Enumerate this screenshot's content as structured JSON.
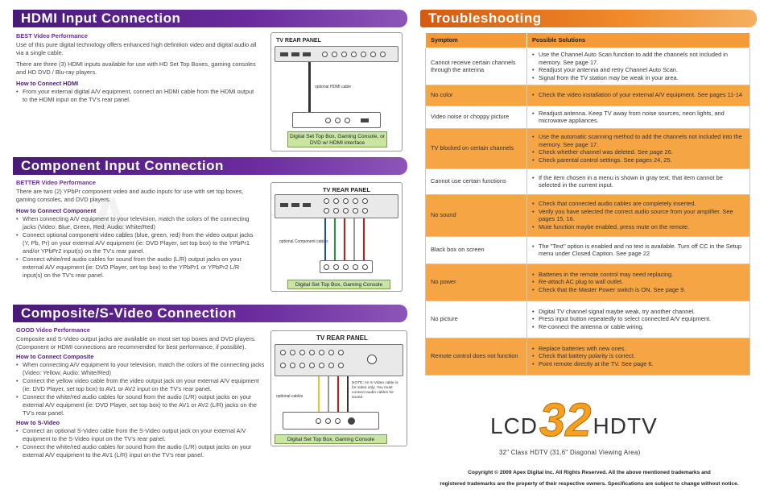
{
  "hdmi": {
    "title": "HDMI Input Connection",
    "quality_label": "BEST Video Performance",
    "para1": "Use of this pure digital technology offers enhanced high definition video and digital audio all via a single cable.",
    "para2": "There are three (3) HDMI inputs available for use with HD Set Top Boxes, gaming consoles and HD DVD / Blu-ray players.",
    "how_title": "How to Connect HDMI",
    "steps": [
      "From your external digital A/V equipment, connect an HDMI cable from the HDMI output to the HDMI input on the TV's rear panel."
    ],
    "diagram": {
      "panel_title": "TV REAR PANEL",
      "cable_label": "optional HDMI cable",
      "caption": "Digital Set Top Box, Gaming Console, or DVD w/ HDMI interface"
    }
  },
  "component": {
    "title": "Component Input Connection",
    "quality_label": "BETTER Video Performance",
    "para1": "There are two (2) YPbPr component video and audio inputs for use with set top boxes, gaming consoles, and DVD players.",
    "how_title": "How to Connect Component",
    "steps": [
      "When connecting A/V equipment to your television, match the colors of the connecting jacks (Video: Blue, Green, Red; Audio: White/Red)",
      "Connect optional component video cables (blue, green, red) from the video output jacks (Y, Pb, Pr) on your external A/V equipment (ie: DVD Player, set top box) to the YPbPr1 and/or YPbPr2 input(s) on the TV's rear panel.",
      "Connect white/red audio cables for sound from the audio (L/R) output jacks on your external A/V equipment (ie: DVD Player, set top box) to the YPbPr1 or YPbPr2 L/R input(s) on the TV's rear panel."
    ],
    "diagram": {
      "panel_title": "TV REAR PANEL",
      "cable_label": "optional Component cables",
      "caption": "Digital Set Top Box, Gaming Console"
    }
  },
  "composite": {
    "title": "Composite/S-Video Connection",
    "quality_label": "GOOD Video Performance",
    "para1": "Composite and S-Video output jacks are available on most set top boxes and DVD players. (Component or HDMI connections are recommended for best performance, if possible).",
    "how_title": "How to Connect Composite",
    "steps": [
      "When connecting A/V equipment to your television, match the colors of the connecting jacks (Video: Yellow; Audio: White/Red)",
      "Connect the yellow video cable from the video output jack on your external A/V equipment (ie: DVD Player, set top box) to AV1 or AV2 input on the TV's rear panel.",
      "Connect the white/red audio cables for sound from the audio (L/R) output jacks on your external A/V equipment (ie: DVD Player, set top box) to the AV1 or AV2 (L/R) jacks on the TV's rear panel."
    ],
    "how_title2": "How to S-Video",
    "steps2": [
      "Connect an optional S-Video cable from the S-Video output jack on your external A/V equipment to the S-Video input on the TV's rear panel.",
      "Connect the white/red audio cables for sound from the audio (L/R) output jacks on your external A/V equipment to the AV1 (L/R) input on the TV's rear panel."
    ],
    "diagram": {
      "panel_title": "TV REAR PANEL",
      "cable_label": "optional cables",
      "note": "NOTE: An S-Video cable is for video only. You must connect audio cables for sound.",
      "caption": "Digital Set Top Box, Gaming Console"
    }
  },
  "troubleshooting": {
    "title": "Troubleshooting",
    "col_symptom": "Symptom",
    "col_solutions": "Possible Solutions",
    "rows": [
      {
        "symptom": "Cannot receive certain channels through the antenna",
        "solutions": [
          "Use the Channel Auto Scan function to add the channels not included in memory. See page 17.",
          "Readjust your antenna and retry Channel Auto Scan.",
          "Signal from the TV station may be weak in your area."
        ]
      },
      {
        "symptom": "No color",
        "solutions": [
          "Check the video installation of your external A/V equipment. See pages 11-14"
        ]
      },
      {
        "symptom": "Video noise or choppy picture",
        "solutions": [
          "Readjust antenna. Keep TV away from noise sources, neon lights, and microwave appliances."
        ]
      },
      {
        "symptom": "TV blocked on certain channels",
        "solutions": [
          "Use the automatic scanning method to add the channels not included into the memory. See page 17.",
          "Check whether channel was deleted. See page 26.",
          "Check parental control settings. See pages 24, 25."
        ]
      },
      {
        "symptom": "Cannot use certain functions",
        "solutions": [
          "If the item chosen in a menu is shown in gray text, that item cannot be selected in the current input."
        ]
      },
      {
        "symptom": "No sound",
        "solutions": [
          "Check that connected audio cables are completely inserted.",
          "Verify you have selected the correct audio source from your amplifier. See pages 15, 16.",
          "Mute function maybe enabled, press mute on the remote."
        ]
      },
      {
        "symptom": "Black box on screen",
        "solutions": [
          "The \"Text\" option is enabled and no text is available. Turn off CC in the Setup menu under Closed Caption. See page 22"
        ]
      },
      {
        "symptom": "No power",
        "solutions": [
          "Batteries in the remote control may need replacing.",
          "Re-attach AC plug to wall outlet.",
          "Check that the Master Power switch is ON. See page 9."
        ]
      },
      {
        "symptom": "No picture",
        "solutions": [
          "Digital TV channel signal maybe weak, try another channel.",
          "Press input button repeatedly to select connected A/V equipment.",
          "Re-connect the antenna or cable wiring."
        ]
      },
      {
        "symptom": "Remote control does not function",
        "solutions": [
          "Replace batteries with new ones.",
          "Check that battery polarity is correct.",
          "Point remote directly at the TV. See page 6."
        ]
      }
    ]
  },
  "logo": {
    "lcd": "LCD",
    "size": "32",
    "hdtv": "HDTV"
  },
  "subtitle": "32\" Class HDTV  (31.6\" Diagonal Viewing Area)",
  "copyright_line1": "Copyright © 2009 Apex Digital Inc. All Rights Reserved. All the above mentioned trademarks and",
  "copyright_line2": "registered trademarks are the property of their respective owners. Specifications are subject to change without notice.",
  "colors": {
    "purple": "#6a2b9e",
    "orange": "#f39a3a",
    "green_caption": "#c8e6a0"
  }
}
